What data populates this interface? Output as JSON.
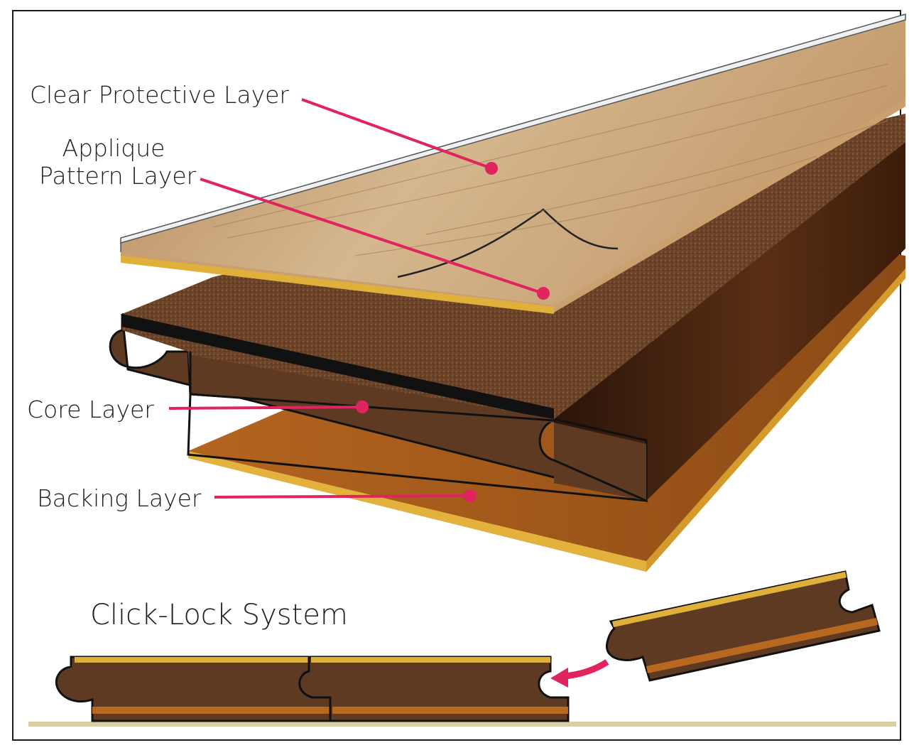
{
  "labels": {
    "clear_protective": "Clear Protective Layer",
    "applique_line1": "Applique",
    "applique_line2": "Pattern Layer",
    "core": "Core Layer",
    "backing": "Backing Layer"
  },
  "section_title": "Click-Lock System",
  "colors": {
    "callout": "#e0245e",
    "wood_top": "#caa77c",
    "core": "#5e3a22",
    "backing": "#b8681f",
    "edge_gold": "#e0b13a",
    "floor": "#d8cfa4"
  }
}
